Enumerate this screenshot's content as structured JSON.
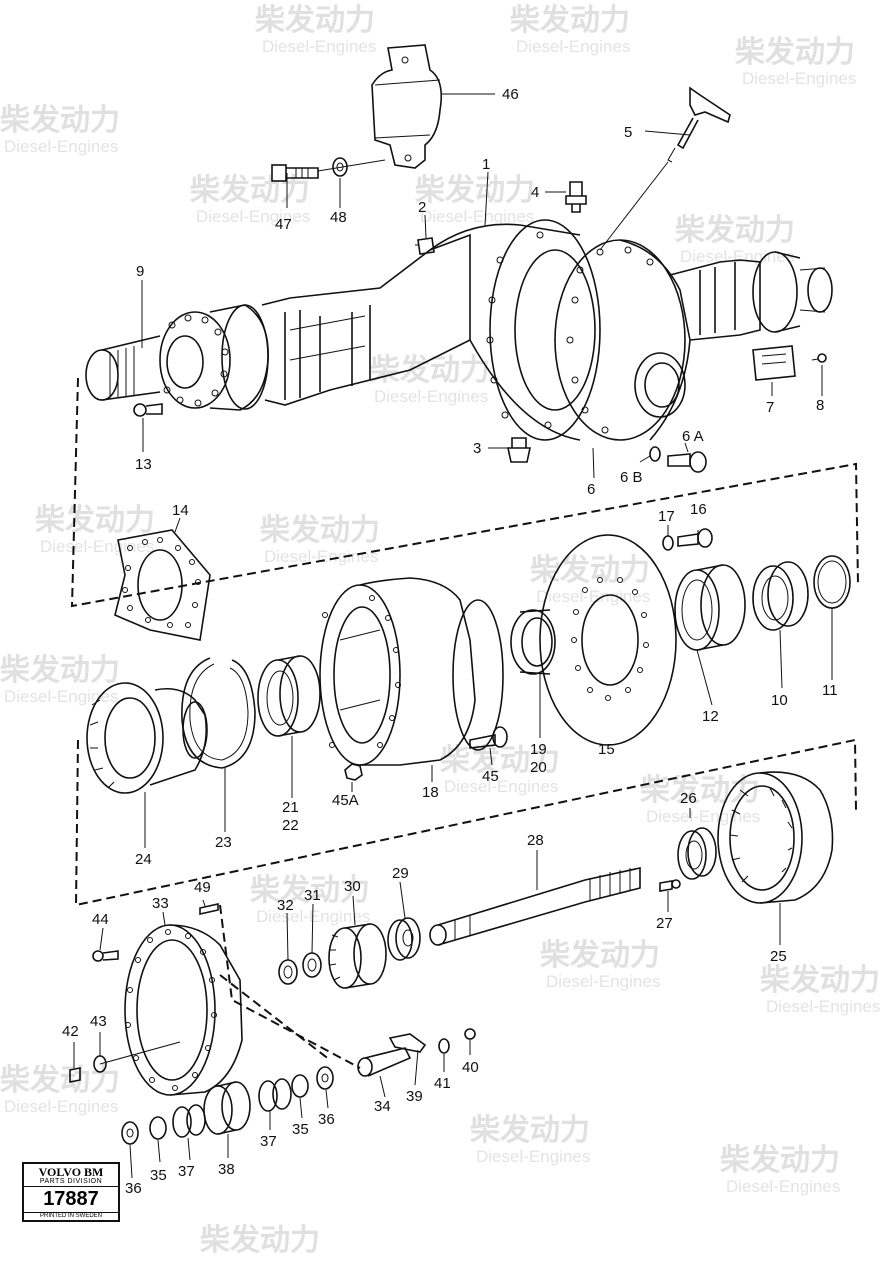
{
  "watermark": {
    "brand": "柴发动力",
    "sub": "Diesel-Engines"
  },
  "badge": {
    "brand": "VOLVO BM",
    "division": "PARTS DIVISION",
    "number": "17887",
    "printed": "PRINTED IN SWEDEN"
  },
  "labels": {
    "l1": "1",
    "l2": "2",
    "l3": "3",
    "l4": "4",
    "l5": "5",
    "l6": "6",
    "l6a": "6 A",
    "l6b": "6 B",
    "l7": "7",
    "l8": "8",
    "l9": "9",
    "l10": "10",
    "l11": "11",
    "l12": "12",
    "l13": "13",
    "l14": "14",
    "l15": "15",
    "l16": "16",
    "l17": "17",
    "l18": "18",
    "l19": "19",
    "l20": "20",
    "l21": "21",
    "l22": "22",
    "l23": "23",
    "l24": "24",
    "l25": "25",
    "l26": "26",
    "l27": "27",
    "l28": "28",
    "l29": "29",
    "l30": "30",
    "l31": "31",
    "l32": "32",
    "l33": "33",
    "l34": "34",
    "l35a": "35",
    "l35b": "35",
    "l36a": "36",
    "l36b": "36",
    "l37a": "37",
    "l37b": "37",
    "l38": "38",
    "l39": "39",
    "l40": "40",
    "l41": "41",
    "l42": "42",
    "l43": "43",
    "l44": "44",
    "l45": "45",
    "l45a": "45A",
    "l46": "46",
    "l47": "47",
    "l48": "48",
    "l49": "49"
  }
}
